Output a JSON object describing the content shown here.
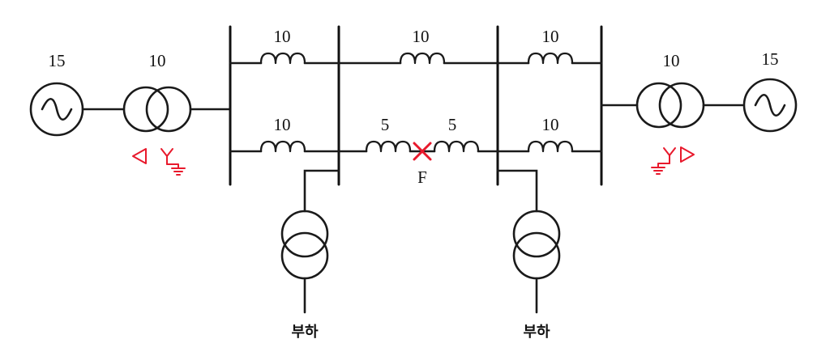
{
  "diagram": {
    "generator_left": {
      "label": "15",
      "icon": "ac-source-icon"
    },
    "generator_right": {
      "label": "15",
      "icon": "ac-source-icon"
    },
    "transformer_left": {
      "label": "10",
      "connection": "delta-wye-grounded",
      "icon_color": "#e8192c"
    },
    "transformer_right": {
      "label": "10",
      "connection": "wye-grounded-delta",
      "icon_color": "#e8192c"
    },
    "lines": {
      "top_left": "10",
      "top_middle": "10",
      "top_right": "10",
      "bottom_left": "10",
      "bottom_middle_left": "5",
      "bottom_middle_right": "5",
      "bottom_right": "10"
    },
    "fault": {
      "label": "F",
      "color": "#e8192c"
    },
    "loads": {
      "left": "부하",
      "right": "부하"
    }
  }
}
